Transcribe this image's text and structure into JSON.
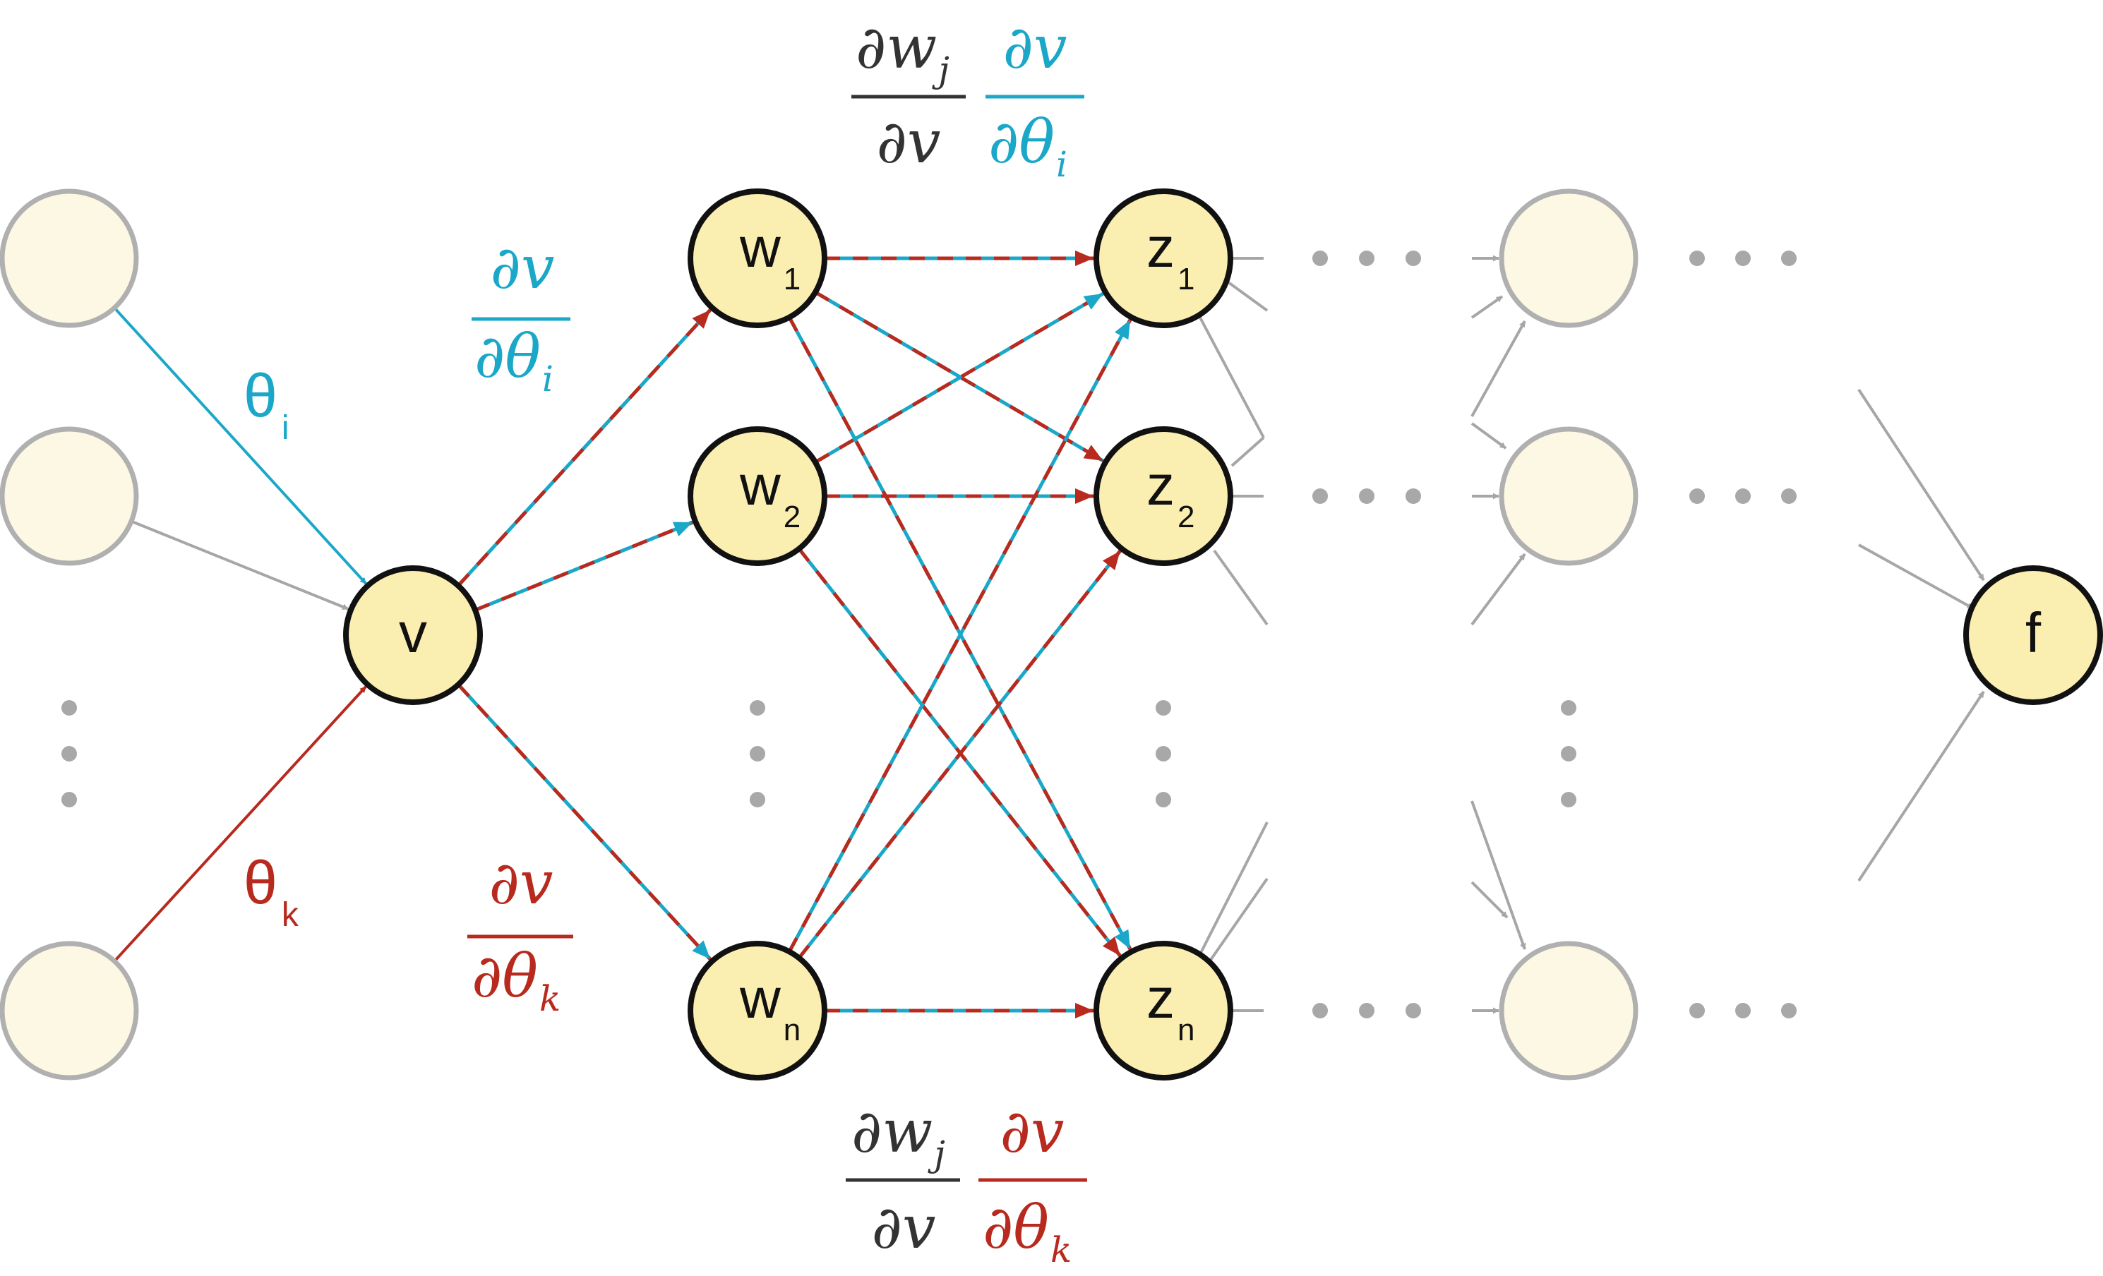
{
  "colors": {
    "blue": "#1aa7c8",
    "red": "#b8291e",
    "gray": "#a6a6a6",
    "dot": "#a8a8a8",
    "dark": "#333333",
    "node_fill": "#fbeeb1",
    "node_stroke": "#111111",
    "faded_fill": "#fdf8e4",
    "faded_stroke": "#b0b0b0"
  },
  "nodes": {
    "v": "v",
    "w1": {
      "base": "w",
      "sub": "1"
    },
    "w2": {
      "base": "w",
      "sub": "2"
    },
    "wn": {
      "base": "w",
      "sub": "n"
    },
    "z1": {
      "base": "z",
      "sub": "1"
    },
    "z2": {
      "base": "z",
      "sub": "2"
    },
    "zn": {
      "base": "z",
      "sub": "n"
    },
    "f": "f"
  },
  "weights": {
    "theta_i": {
      "base": "θ",
      "sub": "i"
    },
    "theta_k": {
      "base": "θ",
      "sub": "k"
    }
  },
  "fractions": {
    "dv_dtheta_i": {
      "num": "∂v",
      "den": "∂θ",
      "den_sub": "i"
    },
    "dv_dtheta_k": {
      "num": "∂v",
      "den": "∂θ",
      "den_sub": "k"
    },
    "top_dwj_dv": {
      "num": "∂w",
      "num_sub": "j",
      "den": "∂v"
    },
    "top_dv_dtheta_i": {
      "num": "∂v",
      "den": "∂θ",
      "den_sub": "i"
    },
    "bottom_dwj_dv": {
      "num": "∂w",
      "num_sub": "j",
      "den": "∂v"
    },
    "bottom_dv_dtheta_k": {
      "num": "∂v",
      "den": "∂θ",
      "den_sub": "k"
    }
  }
}
